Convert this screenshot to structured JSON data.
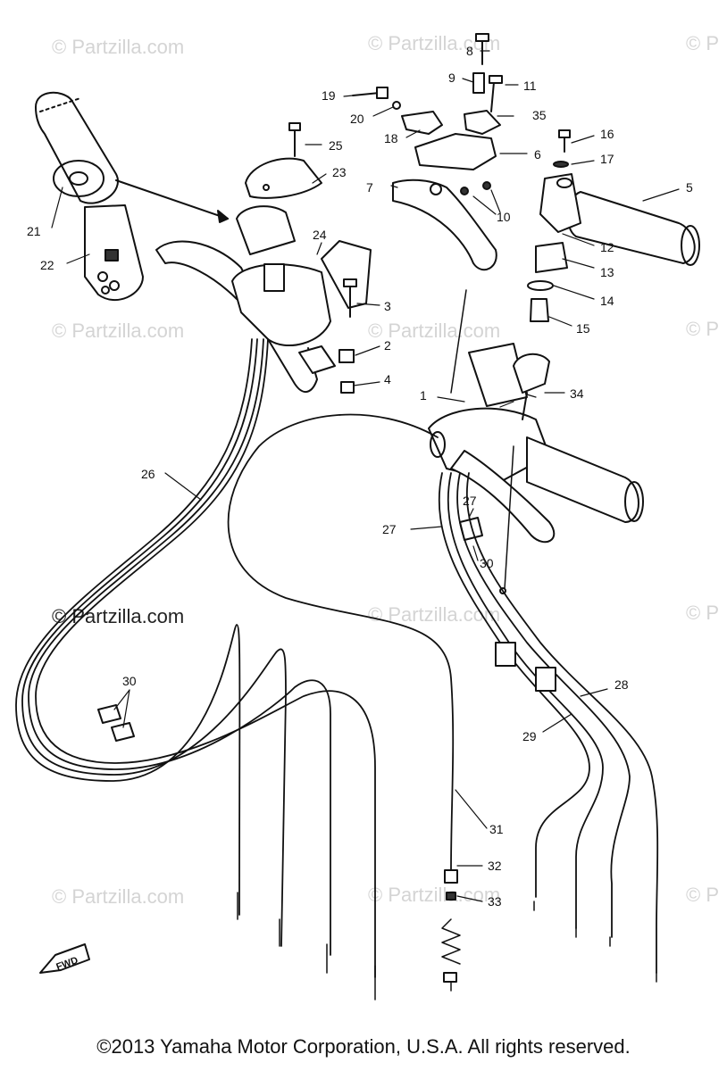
{
  "watermark": "© Partzilla.com",
  "watermark_partial": "© P",
  "fwd_label": "FWD",
  "copyright": "©2013  Yamaha Motor Corporation, U.S.A. All rights reserved.",
  "callouts": [
    "1",
    "2",
    "3",
    "4",
    "5",
    "6",
    "7",
    "8",
    "9",
    "10",
    "11",
    "12",
    "13",
    "14",
    "15",
    "16",
    "17",
    "18",
    "19",
    "20",
    "21",
    "22",
    "23",
    "24",
    "25",
    "26",
    "27",
    "28",
    "29",
    "30",
    "31",
    "32",
    "33",
    "34",
    "35"
  ]
}
